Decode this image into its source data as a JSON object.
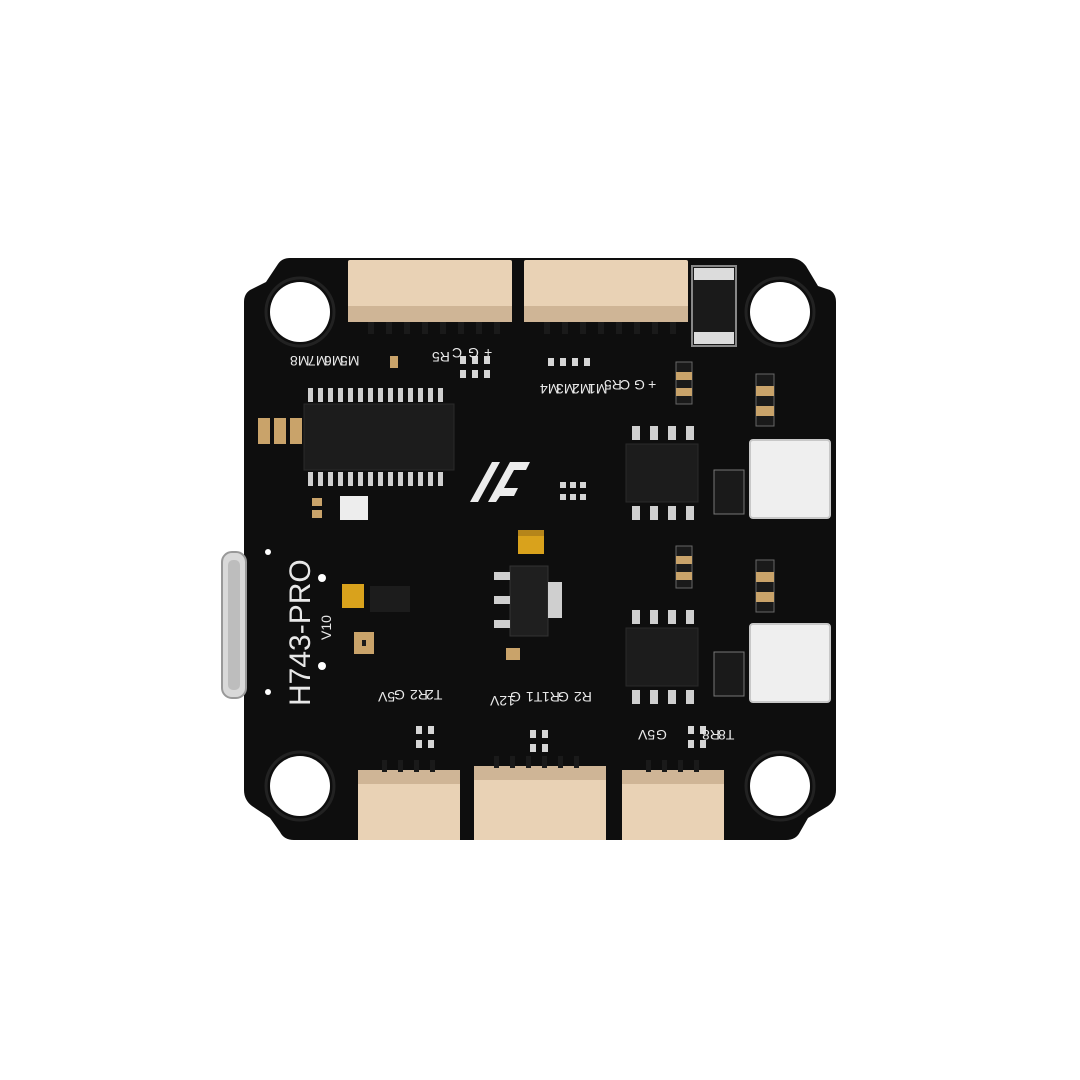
{
  "board": {
    "model_label": "H743-PRO",
    "version_label": "V10"
  },
  "colors": {
    "pcb": "#0e0e0e",
    "connector": "#e9d2b5",
    "connector_shade": "#cfb596",
    "pad_gold": "#c9a36a",
    "chip": "#1c1c1c",
    "silkscreen": "#e8e8e8",
    "capacitor_tantalum": "#d9a21c"
  },
  "silkscreen_top_left": [
    "M8",
    "M7",
    "M6",
    "M5",
    "R5",
    "C",
    "G",
    "+"
  ],
  "silkscreen_top_right": [
    "M4",
    "M3",
    "M2",
    "M1",
    "R5",
    "C",
    "G",
    "+"
  ],
  "silkscreen_bottom_left": [
    "5V",
    "G",
    "R2",
    "T2"
  ],
  "silkscreen_bottom_mid": [
    "12V",
    "G",
    "T1",
    "R1",
    "G",
    "R2"
  ],
  "silkscreen_bottom_right": [
    "5V",
    "G",
    "R8",
    "T8"
  ],
  "logo_icon": "af-logo-icon"
}
